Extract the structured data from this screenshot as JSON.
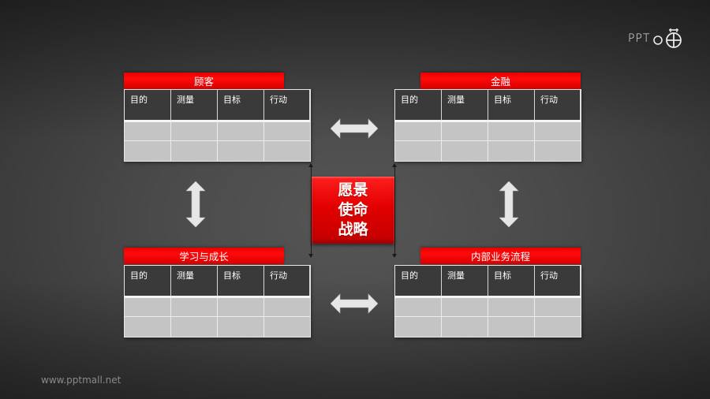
{
  "logo": {
    "text": "PPT",
    "icon": "ppt-mall-logo-icon"
  },
  "center": {
    "lines": [
      "愿景",
      "使命",
      "战略"
    ],
    "color": "#e00000"
  },
  "table_columns": [
    "目的",
    "测量",
    "目标",
    "行动"
  ],
  "quadrants": {
    "top_left": {
      "title": "顾客",
      "columns": [
        "目的",
        "测量",
        "目标",
        "行动"
      ],
      "rows": [
        [
          "",
          "",
          "",
          ""
        ],
        [
          "",
          "",
          "",
          ""
        ]
      ]
    },
    "top_right": {
      "title": "金融",
      "columns": [
        "目的",
        "测量",
        "目标",
        "行动"
      ],
      "rows": [
        [
          "",
          "",
          "",
          ""
        ],
        [
          "",
          "",
          "",
          ""
        ]
      ]
    },
    "bottom_left": {
      "title": "学习与成长",
      "columns": [
        "目的",
        "测量",
        "目标",
        "行动"
      ],
      "rows": [
        [
          "",
          "",
          "",
          ""
        ],
        [
          "",
          "",
          "",
          ""
        ]
      ]
    },
    "bottom_right": {
      "title": "内部业务流程",
      "columns": [
        "目的",
        "测量",
        "目标",
        "行动"
      ],
      "rows": [
        [
          "",
          "",
          "",
          ""
        ],
        [
          "",
          "",
          "",
          ""
        ]
      ]
    }
  },
  "arrows": [
    {
      "name": "double-arrow-horizontal-top",
      "direction": "horizontal"
    },
    {
      "name": "double-arrow-horizontal-bottom",
      "direction": "horizontal"
    },
    {
      "name": "double-arrow-vertical-left",
      "direction": "vertical"
    },
    {
      "name": "double-arrow-vertical-right",
      "direction": "vertical"
    }
  ],
  "colors": {
    "accent": "#e00000",
    "header_cell": "#3a3a3a",
    "body_cell": "#c4c4c4",
    "arrow": "#e4e4e4"
  },
  "footer": {
    "url": "www.pptmall.net"
  }
}
